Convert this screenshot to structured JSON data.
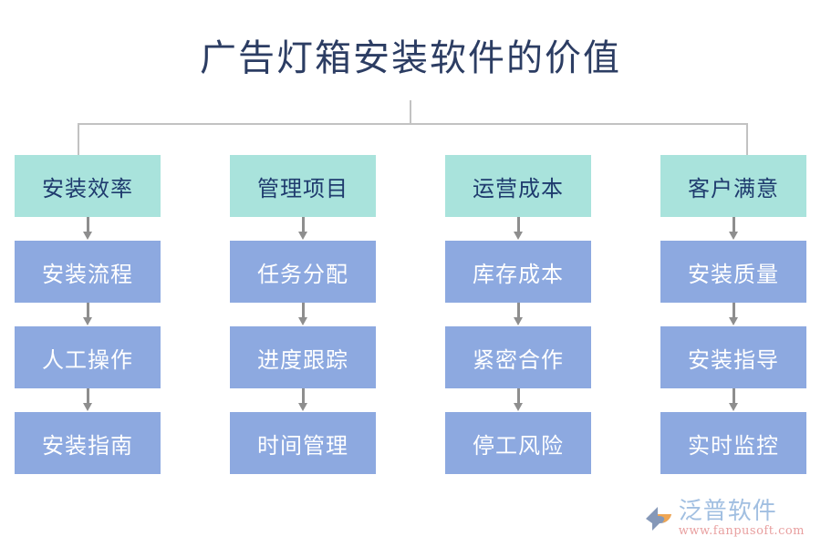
{
  "title": "广告灯箱安装软件的价值",
  "colors": {
    "title_text": "#2c3d63",
    "header_box": "#a9e3dc",
    "header_text": "#1f3b6e",
    "item_box": "#8da9e0",
    "item_text": "#ffffff",
    "connector": "#c2c2c2",
    "arrow": "#8e8e8e",
    "logo_name": "#9dbce0",
    "logo_url": "#e79a9a"
  },
  "columns": [
    {
      "header": "安装效率",
      "items": [
        "安装流程",
        "人工操作",
        "安装指南"
      ]
    },
    {
      "header": "管理项目",
      "items": [
        "任务分配",
        "进度跟踪",
        "时间管理"
      ]
    },
    {
      "header": "运营成本",
      "items": [
        "库存成本",
        "紧密合作",
        "停工风险"
      ]
    },
    {
      "header": "客户满意",
      "items": [
        "安装质量",
        "安装指导",
        "实时监控"
      ]
    }
  ],
  "logo": {
    "name": "泛普软件",
    "url": "www.fanpusoft.com"
  }
}
